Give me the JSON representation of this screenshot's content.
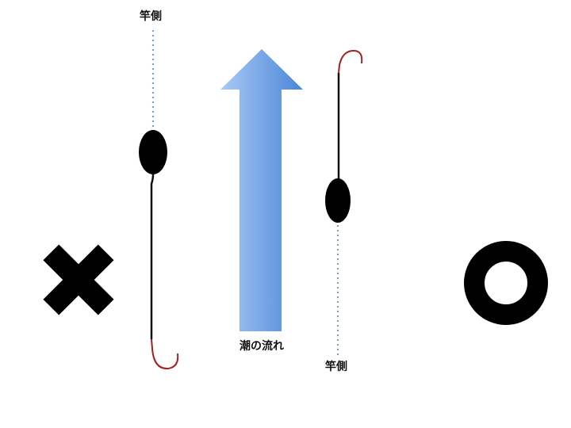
{
  "labels": {
    "rod_side_top": "竿側",
    "rod_side_bottom": "竿側",
    "current": "潮の流れ"
  },
  "colors": {
    "arrow_light": "#a9c9f5",
    "arrow_dark": "#4a86d8",
    "hook": "#a52020",
    "line": "#111111",
    "dotted_line": "#6f9fd8",
    "float": "#000000"
  },
  "icons": {
    "incorrect": "cross-mark-icon",
    "correct": "circle-mark-icon",
    "float": "float-icon",
    "hook": "fishhook-icon",
    "current": "arrow-up-icon"
  }
}
